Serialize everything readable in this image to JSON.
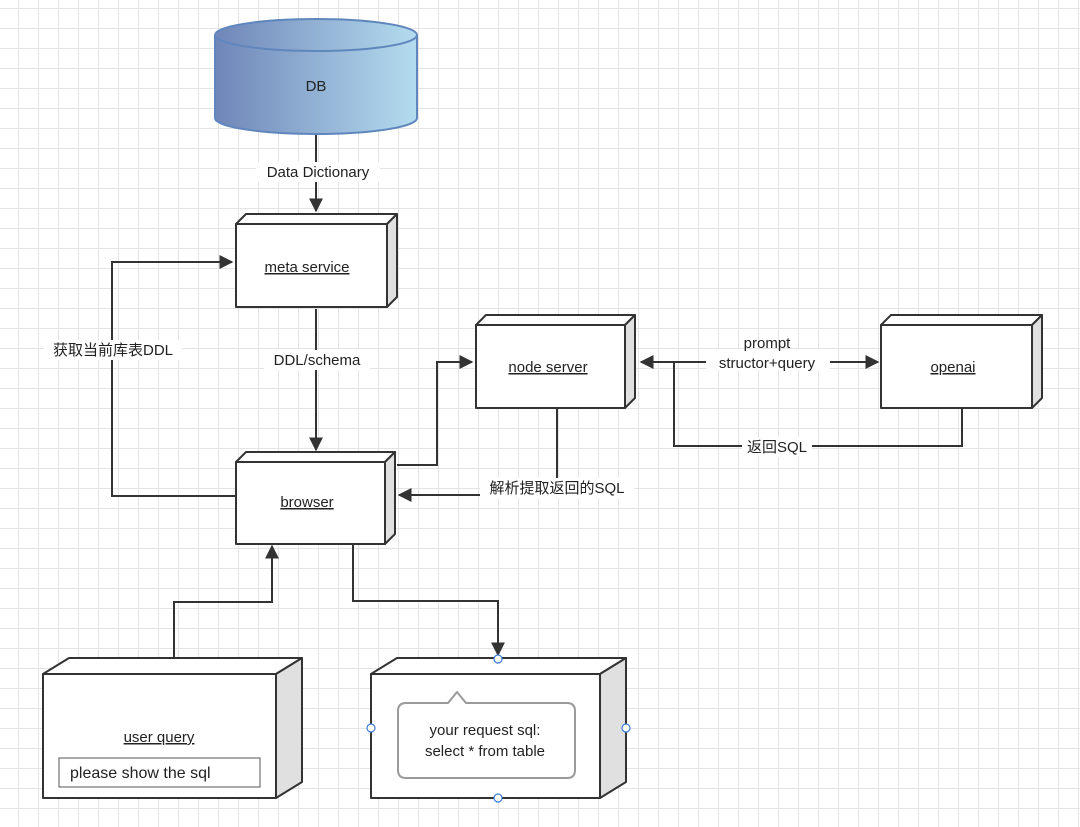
{
  "nodes": {
    "db": "DB",
    "meta_service": "meta service",
    "node_server": "node server",
    "openai": "openai",
    "browser": "browser",
    "user_query": "user query",
    "user_query_input": "please show the sql",
    "result_line1": "your request sql:",
    "result_line2": "select * from table"
  },
  "edges": {
    "data_dictionary": "Data Dictionary",
    "ddl_schema": "DDL/schema",
    "get_ddl": "获取当前库表DDL",
    "prompt_line1": "prompt",
    "prompt_line2": "structor+query",
    "return_sql": "返回SQL",
    "parse_sql": "解析提取返回的SQL"
  },
  "colors": {
    "db_gradient_start": "#6f86b8",
    "db_gradient_end": "#b4dcef",
    "db_stroke": "#5f86bd",
    "line": "#333333"
  }
}
